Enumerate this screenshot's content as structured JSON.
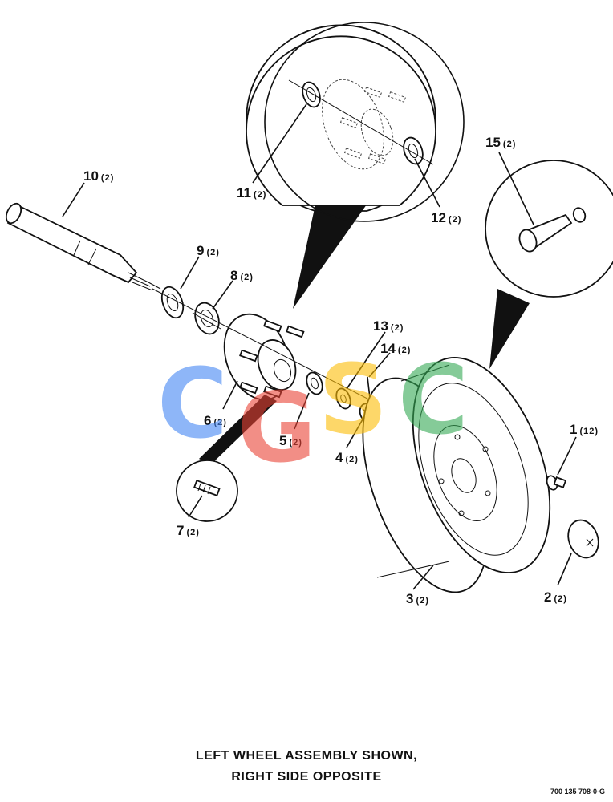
{
  "callouts": [
    {
      "num": "1",
      "qty": "(12)"
    },
    {
      "num": "2",
      "qty": "(2)"
    },
    {
      "num": "3",
      "qty": "(2)"
    },
    {
      "num": "4",
      "qty": "(2)"
    },
    {
      "num": "5",
      "qty": "(2)"
    },
    {
      "num": "6",
      "qty": "(2)"
    },
    {
      "num": "7",
      "qty": "(2)"
    },
    {
      "num": "8",
      "qty": "(2)"
    },
    {
      "num": "9",
      "qty": "(2)"
    },
    {
      "num": "10",
      "qty": "(2)"
    },
    {
      "num": "11",
      "qty": "(2)"
    },
    {
      "num": "12",
      "qty": "(2)"
    },
    {
      "num": "13",
      "qty": "(2)"
    },
    {
      "num": "14",
      "qty": "(2)"
    },
    {
      "num": "15",
      "qty": "(2)"
    }
  ],
  "watermark": {
    "letters": [
      "C",
      "G",
      "S",
      "C"
    ],
    "colors": [
      "#4285F4",
      "#EA4335",
      "#FBBC05",
      "#34A853"
    ]
  },
  "caption": {
    "line1": "LEFT WHEEL ASSEMBLY SHOWN,",
    "line2": "RIGHT SIDE OPPOSITE"
  },
  "figure_id": "700 135 708-0-G"
}
